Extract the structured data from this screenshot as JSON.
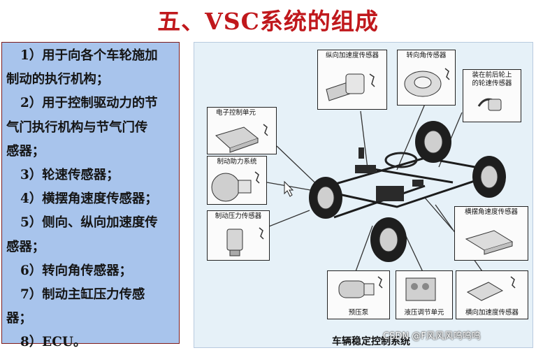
{
  "title": "五、VSC系统的组成",
  "list": [
    "1）用于向各个车轮施加制动的执行机构；",
    "2）用于控制驱动力的节气门执行机构与节气门传感器；",
    "3）轮速传感器；",
    "4）横摆角速度传感器；",
    "5）侧向、纵向加速度传感器；",
    "6）转向角传感器；",
    "7）制动主缸压力传感器；",
    "8）ECU。"
  ],
  "list_lines": [
    {
      "text": "1）用于向各个车轮施加",
      "indent": true
    },
    {
      "text": "制动的执行机构；",
      "indent": false
    },
    {
      "text": "2）用于控制驱动力的节",
      "indent": true
    },
    {
      "text": "气门执行机构与节气门传",
      "indent": false
    },
    {
      "text": "感器；",
      "indent": false
    },
    {
      "text": "3）轮速传感器；",
      "indent": true
    },
    {
      "text": "4）横摆角速度传感器；",
      "indent": true
    },
    {
      "text": "5）侧向、纵向加速度传",
      "indent": true
    },
    {
      "text": "感器；",
      "indent": false
    },
    {
      "text": "6）转向角传感器；",
      "indent": true
    },
    {
      "text": "7）制动主缸压力传感",
      "indent": true
    },
    {
      "text": "器；",
      "indent": false
    },
    {
      "text": "8）ECU。",
      "indent": true
    }
  ],
  "diagram": {
    "labels": {
      "longitudinal_accel": "纵向加速度传感器",
      "steering_angle": "转向角传感器",
      "wheel_speed_line1": "装在前后轮上",
      "wheel_speed_line2": "的轮速传感器",
      "ecu": "电子控制单元",
      "brake_booster": "制动助力系统",
      "brake_pressure": "制动压力传感器",
      "yaw_rate": "横摆角速度传感器",
      "pre_pump": "预压泵",
      "hydraulic_unit": "液压调节单元",
      "lateral_accel": "横向加速度传感器"
    },
    "caption": "车辆稳定控制系统"
  },
  "watermark": "CSDN @F风风风呜呜呜"
}
